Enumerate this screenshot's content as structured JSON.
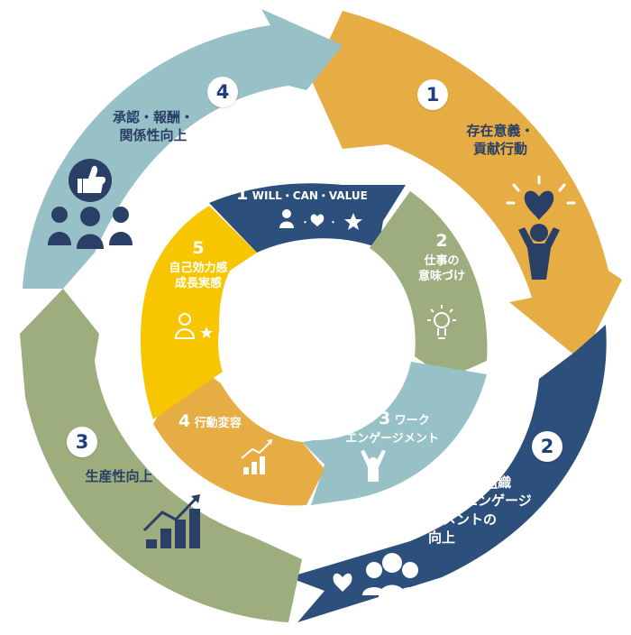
{
  "colors": {
    "outer_orange": "#e7ad45",
    "outer_navy": "#2d4f7c",
    "outer_green": "#9ead7e",
    "outer_teal": "#97c1c7",
    "inner_navy": "#2d4f7c",
    "inner_green": "#9ead7e",
    "inner_teal": "#97c1c7",
    "inner_orange": "#e7ad45",
    "inner_yellow": "#f7c600",
    "icon_dark": "#2a3f66",
    "badge_text": "#1f3f7a"
  },
  "outer": [
    {
      "num": "1",
      "label_lines": [
        "存在意義・",
        "貢献行動"
      ],
      "icon": "cheering-person-heart-icon"
    },
    {
      "num": "2",
      "label_lines": [
        "組織",
        "エンゲージ",
        "メントの",
        "向上"
      ],
      "icon": "heart-and-group-icon"
    },
    {
      "num": "3",
      "label_lines": [
        "生産性向上"
      ],
      "icon": "rising-bar-chart-icon"
    },
    {
      "num": "4",
      "label_lines": [
        "承認・報酬・",
        "関係性向上"
      ],
      "icon": "thumbs-up-group-icon"
    }
  ],
  "inner": [
    {
      "num": "1",
      "label": "WILL・CAN・VALUE",
      "icon": "person-heart-star-icon"
    },
    {
      "num": "2",
      "label_lines": [
        "仕事の",
        "意味づけ"
      ],
      "icon": "lightbulb-icon"
    },
    {
      "num": "3",
      "label_lines": [
        "ワーク",
        "エンゲージメント"
      ],
      "icon": "raised-arms-person-icon"
    },
    {
      "num": "4",
      "label": "行動変容",
      "icon": "growth-chart-icon"
    },
    {
      "num": "5",
      "label_lines": [
        "自己効力感",
        "成長実感"
      ],
      "icon": "person-star-icon"
    }
  ]
}
